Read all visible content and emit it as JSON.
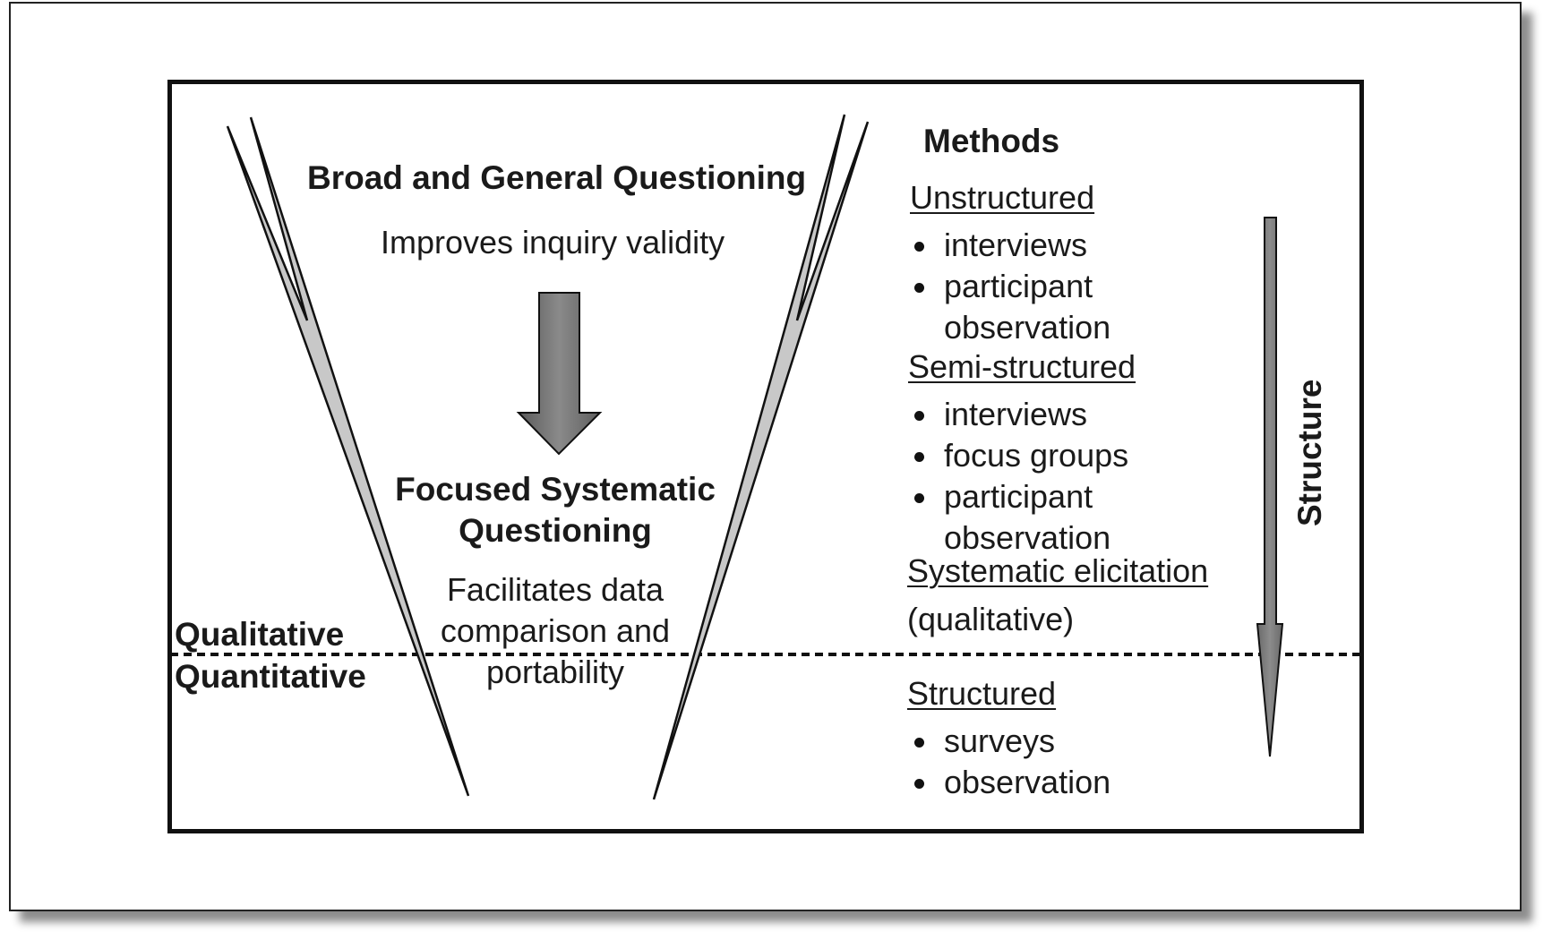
{
  "funnel": {
    "top_heading": "Broad and General Questioning",
    "top_subtext": "Improves inquiry validity",
    "bottom_heading_line1": "Focused Systematic",
    "bottom_heading_line2": "Questioning",
    "bottom_subtext_line1": "Facilitates data",
    "bottom_subtext_line2": "comparison and",
    "bottom_subtext_line3": "portability"
  },
  "divider": {
    "above_label": "Qualitative",
    "below_label": "Quantitative"
  },
  "methods": {
    "title": "Methods",
    "unstructured": {
      "label": "Unstructured",
      "items": [
        "interviews",
        "participant",
        "observation"
      ]
    },
    "semi_structured": {
      "label": "Semi-structured",
      "items": [
        "interviews",
        "focus groups",
        "participant",
        "observation"
      ]
    },
    "systematic": {
      "label": "Systematic elicitation",
      "note": "(qualitative)"
    },
    "structured": {
      "label": "Structured",
      "items": [
        "surveys",
        "observation"
      ]
    }
  },
  "structure_axis": {
    "label": "Structure"
  },
  "colors": {
    "funnel_fill": "#c8c8c8",
    "arrow_fill": "#707070",
    "line": "#111111"
  }
}
